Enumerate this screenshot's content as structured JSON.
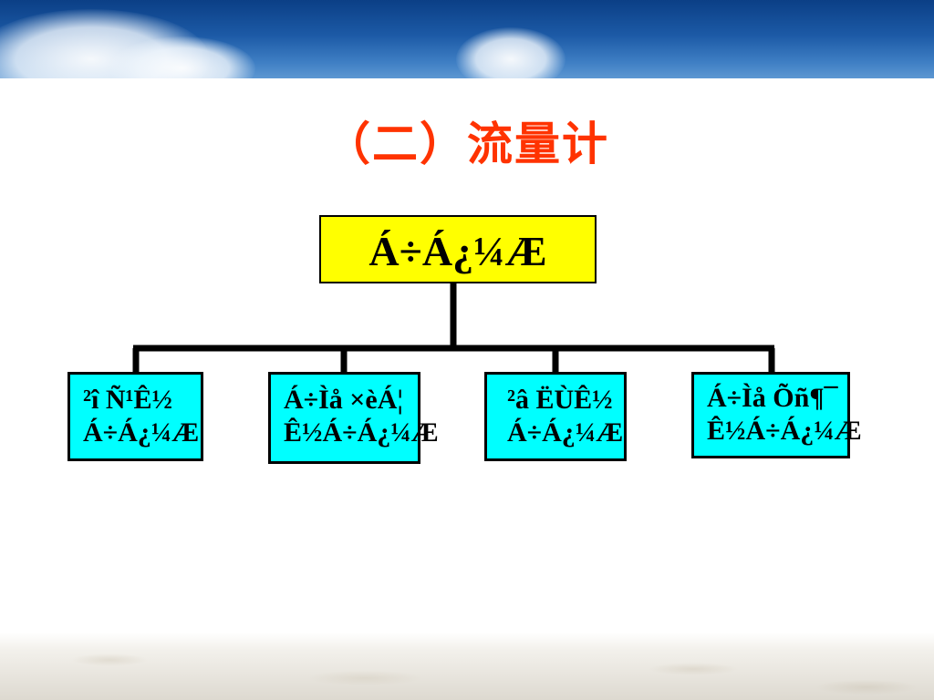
{
  "slide": {
    "title": "（二）流量计"
  },
  "diagram": {
    "root": {
      "label": "Á÷Á¿¼Æ"
    },
    "children": [
      {
        "label": "²î  Ñ¹Ê½\nÁ÷Á¿¼Æ"
      },
      {
        "label": "Á÷Ìå ×èÁ¦\nÊ½Á÷Á¿¼Æ"
      },
      {
        "label": "²â ËÙÊ½\nÁ÷Á¿¼Æ"
      },
      {
        "label": "Á÷Ìå Õñ¶¯\nÊ½Á÷Á¿¼Æ"
      }
    ],
    "colors": {
      "root_fill": "#ffff00",
      "child_fill": "#00ffff",
      "border": "#000000",
      "title": "#ff3300"
    }
  },
  "background": {
    "top_banner": "sky-with-clouds",
    "bottom_strip": "sand"
  }
}
